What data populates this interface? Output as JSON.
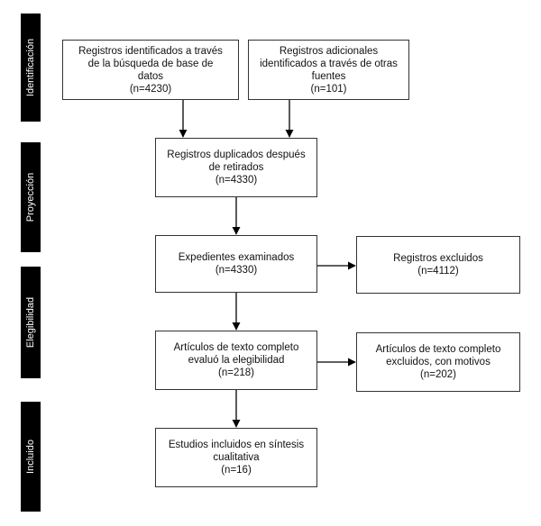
{
  "phases": {
    "identification": "Identificación",
    "screening": "Proyección",
    "eligibility": "Elegibilidad",
    "included": "Incluido"
  },
  "boxes": {
    "db_records": {
      "line1": "Registros identificados a través",
      "line2": "de la búsqueda de base de",
      "line3": "datos",
      "count": "(n=4230)"
    },
    "other_records": {
      "line1": "Registros adicionales",
      "line2": "identificados a través de otras",
      "line3": "fuentes",
      "count": "(n=101)"
    },
    "duplicates_removed": {
      "line1": "Registros duplicados después",
      "line2": "de retirados",
      "count": "(n=4330)"
    },
    "screened": {
      "line1": "Expedientes examinados",
      "count": "(n=4330)"
    },
    "excluded": {
      "line1": "Registros excluidos",
      "count": "(n=4112)"
    },
    "fulltext_assessed": {
      "line1": "Artículos de texto completo",
      "line2": "evaluó la elegibilidad",
      "count": "(n=218)"
    },
    "fulltext_excluded": {
      "line1": "Artículos de texto completo",
      "line2": "excluidos, con motivos",
      "count": "(n=202)"
    },
    "included_studies": {
      "line1": "Estudios incluidos en síntesis",
      "line2": "cualitativa",
      "count": "(n=16)"
    }
  }
}
